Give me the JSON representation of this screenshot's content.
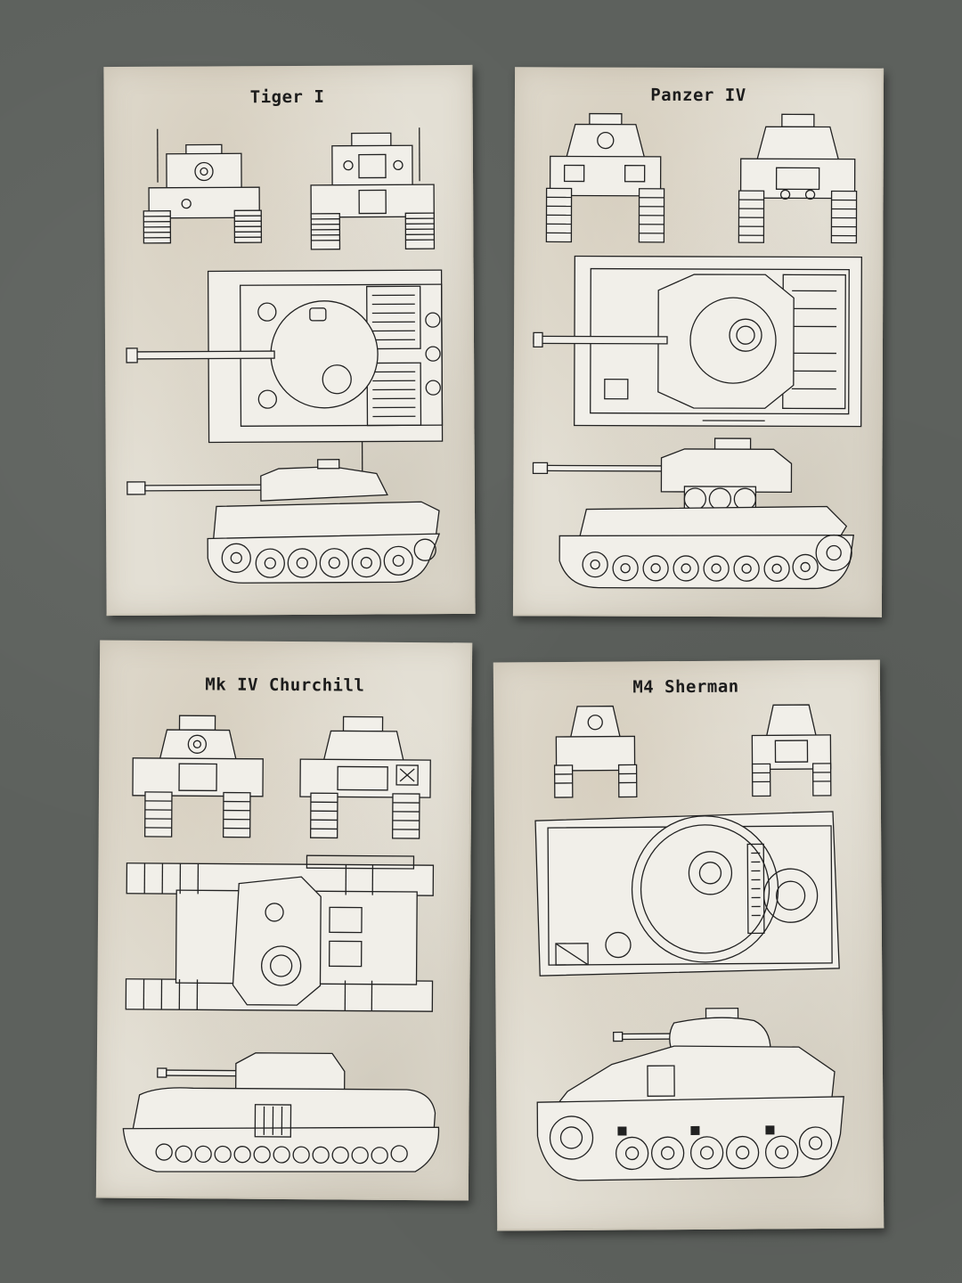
{
  "panels": [
    {
      "title": "Tiger I"
    },
    {
      "title": "Panzer IV"
    },
    {
      "title": "Mk IV Churchill"
    },
    {
      "title": "M4 Sherman"
    }
  ],
  "colors": {
    "background": "#5d615d",
    "paper": "#e3dfd4",
    "ink": "#222222"
  }
}
